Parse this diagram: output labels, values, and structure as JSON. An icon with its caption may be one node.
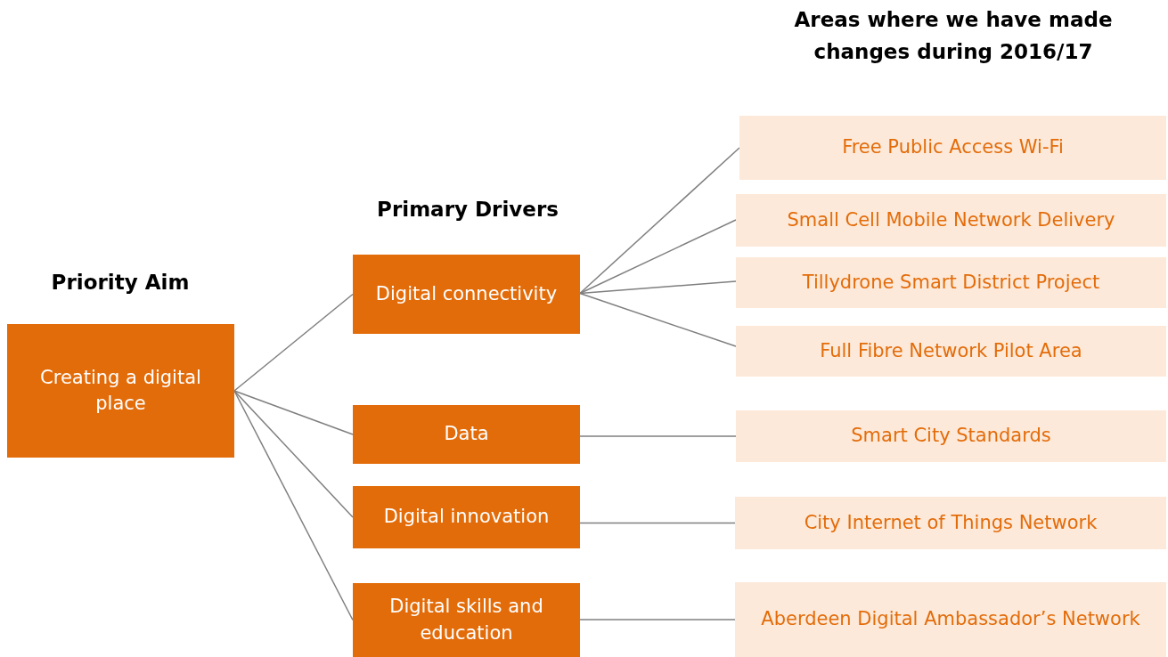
{
  "diagram": {
    "nodes": [
      {
        "text": [
          "Creating a digital place"
        ]
      },
      {
        "text": [
          "Digital connectivity"
        ]
      },
      {
        "text": [
          "Data"
        ]
      },
      {
        "text": [
          "Digital innovation"
        ]
      },
      {
        "text": [
          "Digital skills and education"
        ]
      },
      {
        "text": [
          "Free Public Access Wi-Fi"
        ]
      },
      {
        "text": [
          "Small Cell Mobile Network Delivery"
        ]
      },
      {
        "text": [
          "Tillydrone Smart District Project"
        ]
      },
      {
        "text": [
          "Full Fibre Network Pilot Area"
        ]
      },
      {
        "text": [
          "Smart City Standards"
        ]
      },
      {
        "text": [
          "City Internet of Things Network"
        ]
      },
      {
        "text": [
          "Aberdeen Digital Ambassador’s Network"
        ]
      }
    ],
    "edges": [
      {
        "from": 0,
        "to": 1,
        "arrow": "none"
      },
      {
        "from": 0,
        "to": 2,
        "arrow": "none"
      },
      {
        "from": 0,
        "to": 3,
        "arrow": "none"
      },
      {
        "from": 0,
        "to": 4,
        "arrow": "none"
      },
      {
        "from": 1,
        "to": 5,
        "arrow": "none"
      },
      {
        "from": 1,
        "to": 6,
        "arrow": "none"
      },
      {
        "from": 1,
        "to": 7,
        "arrow": "none"
      },
      {
        "from": 1,
        "to": 8,
        "arrow": "none"
      },
      {
        "from": 2,
        "to": 9,
        "arrow": "none"
      },
      {
        "from": 3,
        "to": 10,
        "arrow": "none"
      },
      {
        "from": 4,
        "to": 11,
        "arrow": "none"
      }
    ],
    "labels": [
      "Areas where we have made changes during 2016/17",
      "Primary Drivers",
      "Priority Aim"
    ]
  }
}
